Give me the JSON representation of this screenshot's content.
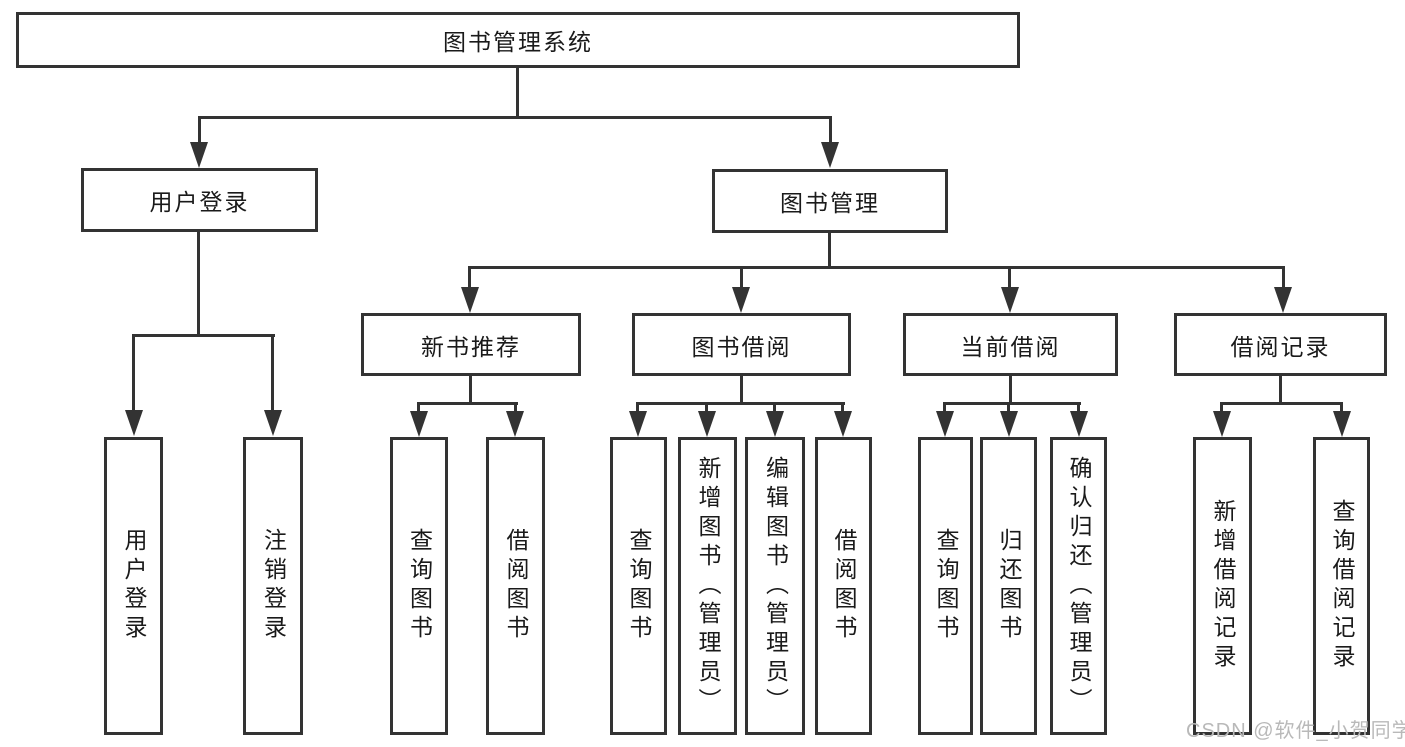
{
  "diagram": {
    "title": "图书管理系统",
    "level1": {
      "user_login": "用户登录",
      "book_mgmt": "图书管理"
    },
    "level2": {
      "new_books": "新书推荐",
      "book_borrow": "图书借阅",
      "current_borrow": "当前借阅",
      "borrow_records": "借阅记录"
    },
    "leaves": {
      "user_login": [
        "用户登录",
        "注销登录"
      ],
      "new_books": [
        "查询图书",
        "借阅图书"
      ],
      "book_borrow": [
        "查询图书",
        "新增图书（管理员）",
        "编辑图书（管理员）",
        "借阅图书"
      ],
      "current_borrow": [
        "查询图书",
        "归还图书",
        "确认归还（管理员）"
      ],
      "borrow_records": [
        "新增借阅记录",
        "查询借阅记录"
      ]
    },
    "colors": {
      "line": "#333333",
      "text": "#1a1a1a",
      "watermark": "#b9b9b9"
    }
  },
  "watermark": "CSDN @软件_小贺同学"
}
